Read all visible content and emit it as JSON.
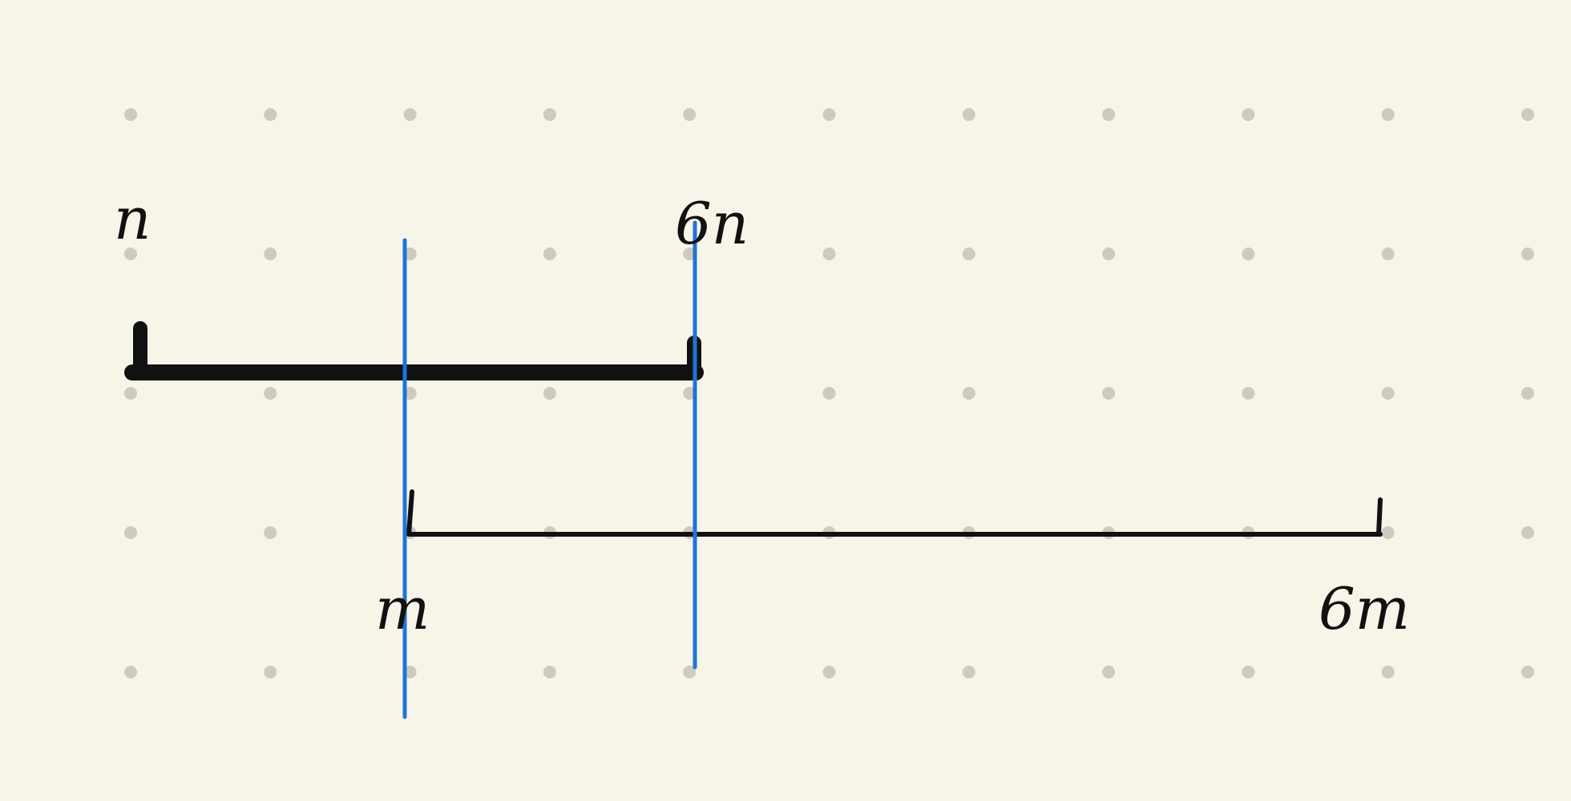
{
  "colors": {
    "background": "#f7f4e8",
    "grid_dot": "#cfcac0",
    "ink": "#111111",
    "accent_line": "#1f74d6"
  },
  "labels": {
    "n": "n",
    "six_n": "6n",
    "m": "m",
    "six_m": "6m"
  },
  "diagram": {
    "top_segment": {
      "from": "n",
      "to": "6n",
      "weight": "thick"
    },
    "bottom_segment": {
      "from": "m",
      "to": "6m",
      "weight": "thin"
    },
    "vertical_guides": 2
  }
}
